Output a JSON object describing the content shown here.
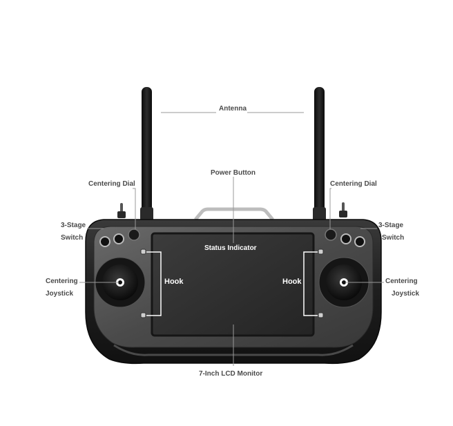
{
  "labels": {
    "antenna": "Antenna",
    "power_button": "Power Button",
    "status_indicator": "Status Indicator",
    "centering_dial_left": "Centering Dial",
    "centering_dial_right": "Centering Dial",
    "stage_switch_left_1": "3-Stage",
    "stage_switch_left_2": "Switch",
    "stage_switch_right_1": "3-Stage",
    "stage_switch_right_2": "Switch",
    "centering_joystick_left_1": "Centering",
    "centering_joystick_left_2": "Joystick",
    "centering_joystick_right_1": "Centering",
    "centering_joystick_right_2": "Joystick",
    "hook_left": "Hook",
    "hook_right": "Hook",
    "lcd_monitor": "7-Inch LCD Monitor"
  }
}
